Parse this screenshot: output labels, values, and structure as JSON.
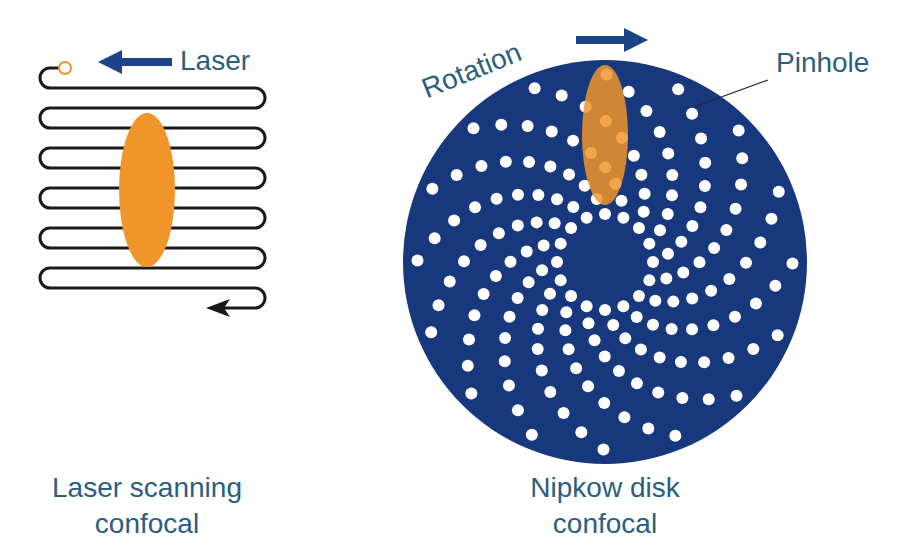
{
  "diagram": {
    "labels": [
      "Laser",
      "Rotation",
      "Pinhole",
      "Laser scanning confocal",
      "Nipkow disk confocal"
    ]
  }
}
